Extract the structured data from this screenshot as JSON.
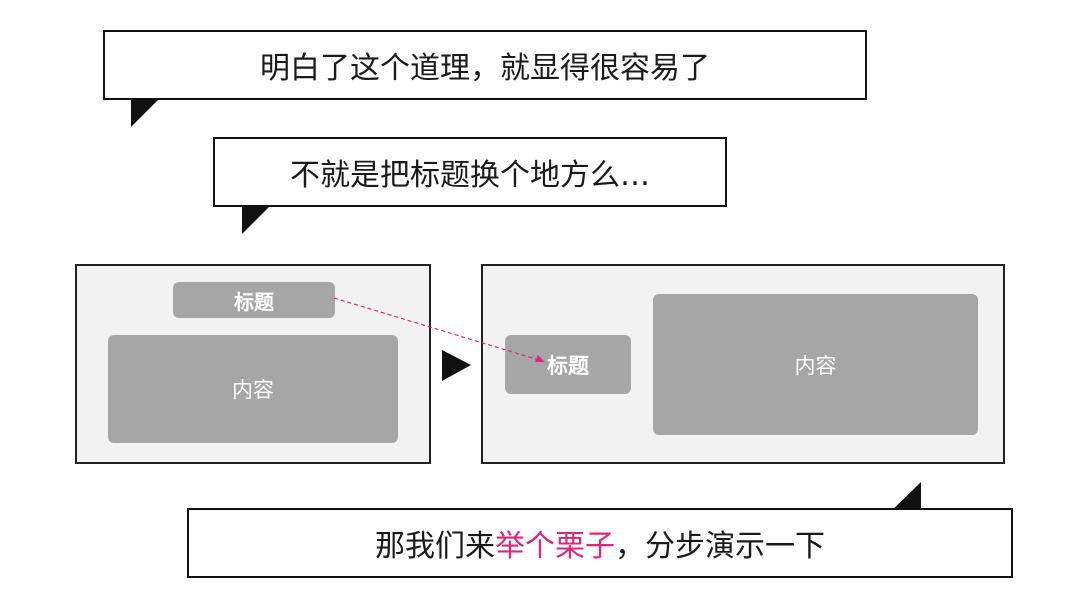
{
  "bubbles": {
    "top": "明白了这个道理，就显得很容易了",
    "middle": "不就是把标题换个地方么…",
    "bottom": {
      "before": "那我们来",
      "highlight": "举个栗子",
      "after": "，分步演示一下"
    }
  },
  "diagram": {
    "left_panel": {
      "title": "标题",
      "content": "内容"
    },
    "right_panel": {
      "title": "标题",
      "content": "内容"
    }
  },
  "colors": {
    "highlight": "#e0247a",
    "block": "#a6a6a6",
    "panel_bg": "#f2f2f2",
    "arrow": "#e0247a"
  }
}
